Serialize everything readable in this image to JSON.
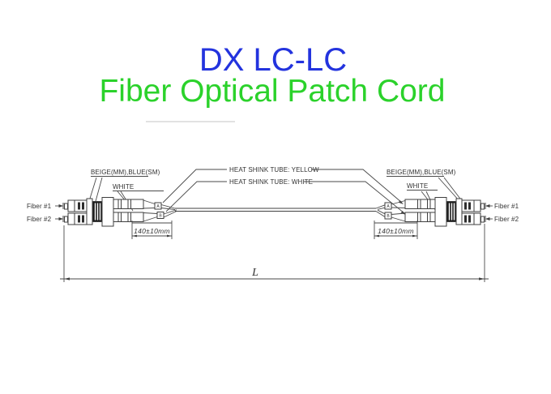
{
  "title": {
    "line1": "DX LC-LC",
    "line2": "Fiber Optical Patch Cord"
  },
  "colors": {
    "title_blue": "#2333de",
    "title_green": "#2bd22b",
    "line_gray": "#3f3f3f"
  },
  "callouts": {
    "heat_tube_yellow": "HEAT SHINK TUBE: YELLOW",
    "heat_tube_white": "HEAT SHINK TUBE: WHITE",
    "beige_left": "BEIGE(MM),BLUE(SM)",
    "beige_right": "BEIGE(MM),BLUE(SM)",
    "white_left": "WHITE",
    "white_right": "WHITE"
  },
  "fibers": {
    "left_fiber1": "Fiber #1",
    "left_fiber2": "Fiber #2",
    "right_fiber1": "Fiber #1",
    "right_fiber2": "Fiber #2"
  },
  "markers": {
    "left_a": "A",
    "left_b": "B",
    "right_a": "A",
    "right_b": "B"
  },
  "dimensions": {
    "boot_left": "140±10mm",
    "boot_right": "140±10mm",
    "overall_length": "L"
  }
}
